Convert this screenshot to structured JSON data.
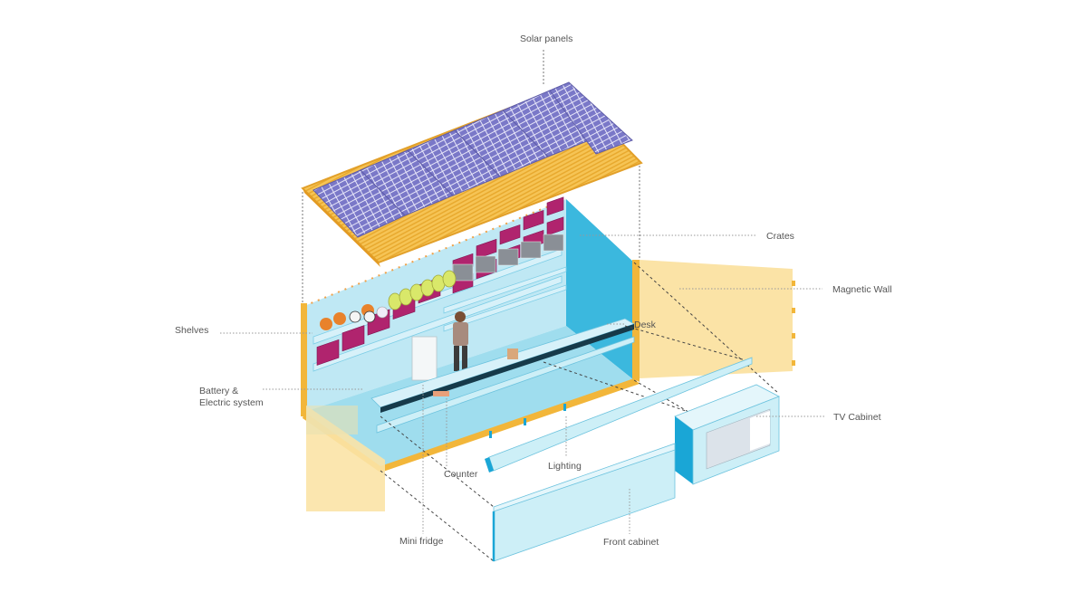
{
  "diagram": {
    "type": "exploded-isometric",
    "subject": "Shipping container shop/kiosk",
    "colors": {
      "container_frame": "#F2B63A",
      "container_wall_interior": "#3BB8DE",
      "container_wall_light": "#B9E6F2",
      "solar_panel": "#7A78C8",
      "solar_grid": "#ECEBFA",
      "crates": "#B0246E",
      "magnetic_wall": "#FBE3A6",
      "furniture": "#CDEFF7",
      "furniture_edge": "#1AA6D6",
      "leader_line": "#888888",
      "label_text": "#555555"
    }
  },
  "labels": {
    "solar_panels": "Solar panels",
    "crates": "Crates",
    "magnetic_wall": "Magnetic Wall",
    "shelves": "Shelves",
    "desk": "Desk",
    "battery_line1": "Battery &",
    "battery_line2": "Electric system",
    "tv_cabinet": "TV Cabinet",
    "counter": "Counter",
    "lighting": "Lighting",
    "mini_fridge": "Mini fridge",
    "front_cabinet": "Front cabinet"
  }
}
